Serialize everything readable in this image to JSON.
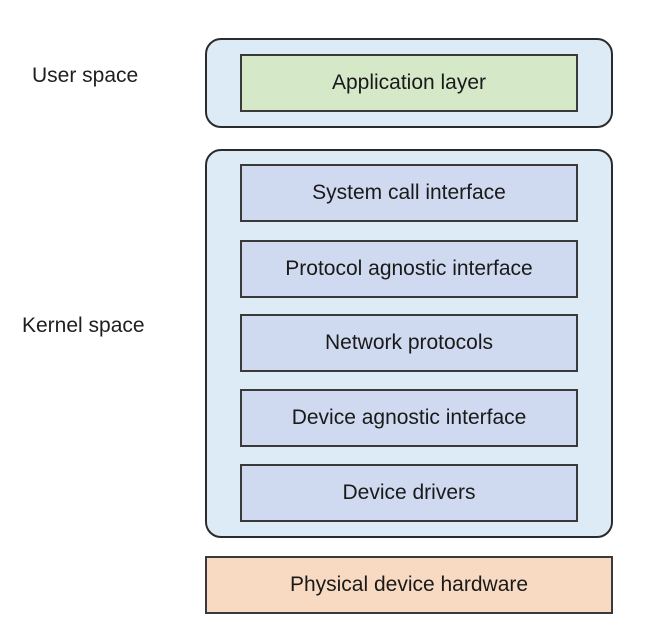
{
  "labels": {
    "user_space": "User space",
    "kernel_space": "Kernel space"
  },
  "layers": {
    "application": "Application layer",
    "system_call_interface": "System call interface",
    "protocol_agnostic_interface": "Protocol agnostic interface",
    "network_protocols": "Network protocols",
    "device_agnostic_interface": "Device agnostic interface",
    "device_drivers": "Device drivers",
    "physical_device_hardware": "Physical device hardware"
  },
  "colors": {
    "container_fill": "#ddebf7",
    "application_fill": "#d5e8c8",
    "kernel_layer_fill": "#cfd9ef",
    "hardware_fill": "#f8d9c2"
  }
}
